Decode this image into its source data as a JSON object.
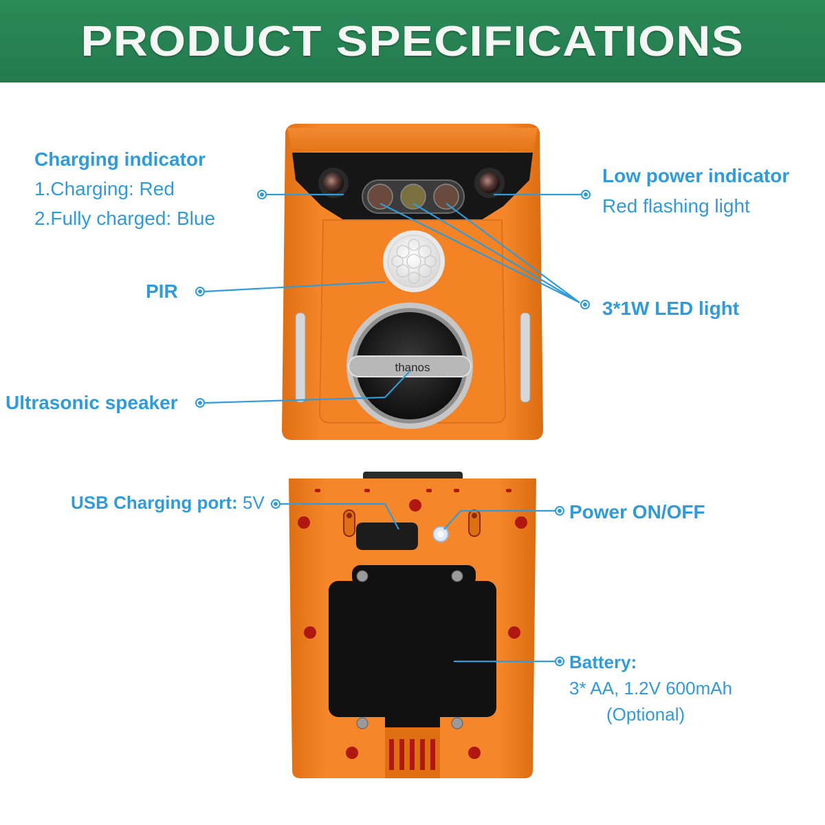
{
  "header": {
    "title": "PRODUCT SPECIFICATIONS"
  },
  "device": {
    "brand": "thanos"
  },
  "callouts": {
    "charging": {
      "title": "Charging indicator",
      "line1": "1.Charging: Red",
      "line2": "2.Fully charged: Blue"
    },
    "low_power": {
      "title": "Low power indicator",
      "detail": "Red flashing light"
    },
    "pir": {
      "title": "PIR"
    },
    "led": {
      "title": "3*1W LED light"
    },
    "speaker": {
      "title": "Ultrasonic speaker"
    },
    "usb": {
      "title": "USB Charging port:",
      "value": "5V"
    },
    "power": {
      "title": "Power ON/OFF"
    },
    "battery": {
      "title": "Battery:",
      "line1": "3* AA, 1.2V 600mAh",
      "line2": "(Optional)"
    }
  },
  "colors": {
    "header_bg": "#237a4d",
    "callout_text": "#2f9bd8",
    "device_body": "#f0801e",
    "device_dark": "#1b1b1b"
  }
}
